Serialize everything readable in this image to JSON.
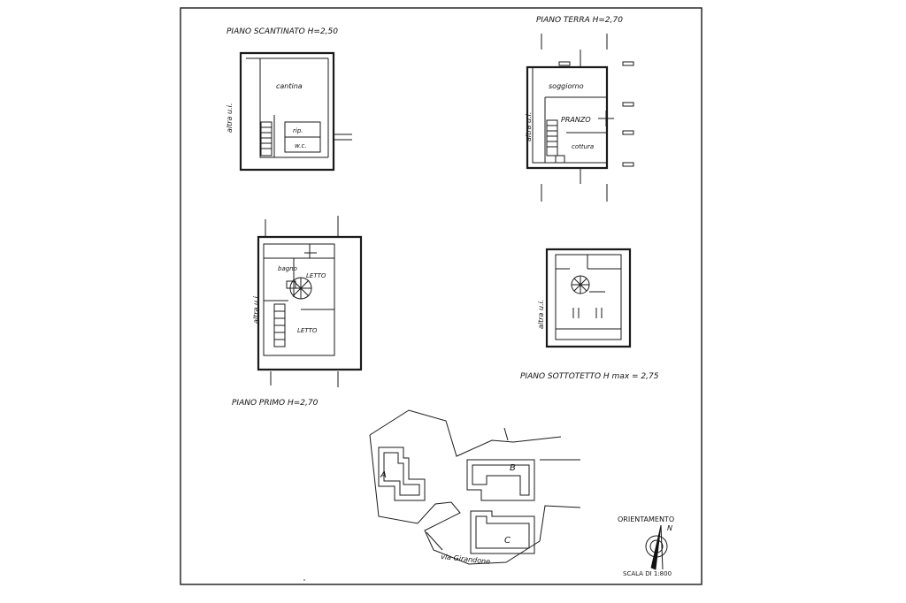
{
  "plans": {
    "basement": {
      "title": "PIANO SCANTINATO H=2,50",
      "side_label": "altra u.i.",
      "rooms": {
        "cantina": "cantina",
        "rip": "rip.",
        "wc": "w.c."
      }
    },
    "ground": {
      "title": "PIANO TERRA H=2,70",
      "side_label": "altra u.i.",
      "rooms": {
        "soggiorno": "soggiorno",
        "pranzo": "PRANZO",
        "cottura": "cottura"
      }
    },
    "first": {
      "title": "PIANO PRIMO H=2,70",
      "side_label": "altra u.i.",
      "rooms": {
        "bagno": "bagno",
        "letto1": "LETTO",
        "letto2": "LETTO"
      }
    },
    "attic": {
      "title": "PIANO SOTTOTETTO H max = 2,75",
      "side_label": "altra u.i."
    }
  },
  "site_plan": {
    "buildings": {
      "a": "A",
      "b": "B",
      "c": "C"
    },
    "street": "via Girandone"
  },
  "orientation": {
    "label": "ORIENTAMENTO",
    "north": "N",
    "scale": "SCALA DI 1:800"
  }
}
